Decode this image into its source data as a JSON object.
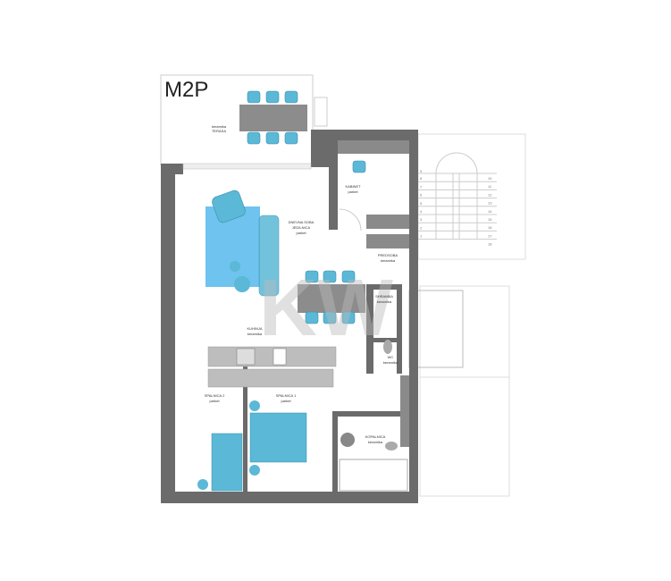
{
  "plan_title": "M2P",
  "rooms": [
    {
      "name": "TERASA",
      "floor": "keramika"
    },
    {
      "name": "KABINET",
      "floor": "parket"
    },
    {
      "name": "DNEVNA SOBA",
      "name2": "JEDILNICA",
      "floor": "parket"
    },
    {
      "name": "PREDSOBA",
      "floor": "keramika"
    },
    {
      "name": "SHRAMBA",
      "floor": "keramika"
    },
    {
      "name": "KUHINJA",
      "floor": "keramika"
    },
    {
      "name": "WC",
      "floor": "keramika"
    },
    {
      "name": "SPALNICA 2",
      "floor": "parket"
    },
    {
      "name": "SPALNICA 1",
      "floor": "parket"
    },
    {
      "name": "KOPALNICA",
      "floor": "keramika"
    }
  ],
  "stairs_left": [
    "9",
    "8",
    "7",
    "6",
    "5",
    "4",
    "3",
    "2",
    "1"
  ],
  "stairs_right": [
    "10",
    "11",
    "12",
    "13",
    "14",
    "15",
    "16",
    "17",
    "18"
  ],
  "colors": {
    "wall": "#6b6b6b",
    "furniture": "#5bb8d6",
    "rug": "#6ec3ef"
  }
}
